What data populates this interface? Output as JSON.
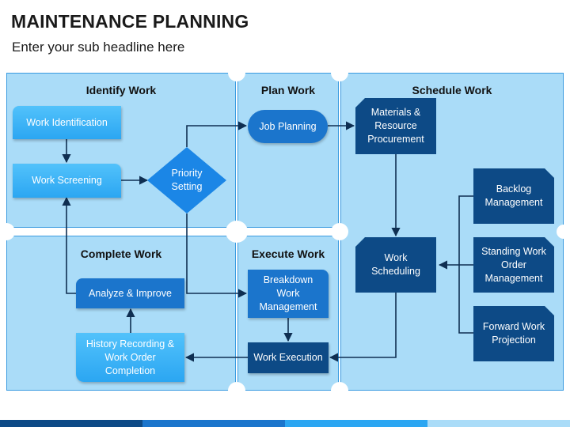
{
  "header": {
    "title": "MAINTENANCE PLANNING",
    "subtitle": "Enter your sub headline here"
  },
  "panels": {
    "identify": "Identify Work",
    "plan": "Plan Work",
    "schedule": "Schedule Work",
    "complete": "Complete Work",
    "execute": "Execute Work"
  },
  "nodes": {
    "work_identification": "Work Identification",
    "work_screening": "Work Screening",
    "priority_setting": "Priority Setting",
    "job_planning": "Job Planning",
    "materials_procurement": "Materials & Resource Procurement",
    "work_scheduling": "Work Scheduling",
    "backlog_management": "Backlog Management",
    "standing_work_order_management": "Standing Work Order Management",
    "forward_work_projection": "Forward Work Projection",
    "breakdown_work_management": "Breakdown Work Management",
    "work_execution": "Work Execution",
    "analyze_improve": "Analyze & Improve",
    "history_recording": "History Recording & Work Order Completion"
  },
  "colors": {
    "panel_fill": "#aadcf8",
    "panel_border": "#3a9be0",
    "light_node": "#34acf5",
    "mid_node": "#1b75cc",
    "dark_node": "#0d4a86",
    "arrow": "#0f2f52"
  }
}
